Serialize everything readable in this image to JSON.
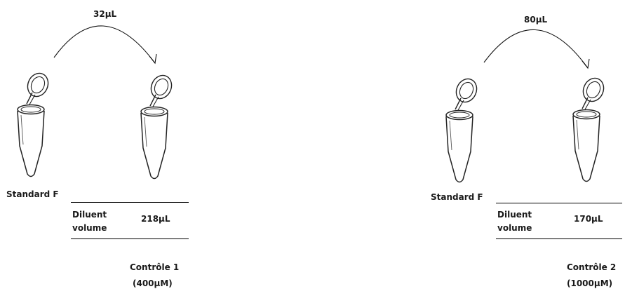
{
  "panels": [
    {
      "transfer_volume": "32µL",
      "source_label": "Standard F",
      "diluent_label": "Diluent volume",
      "diluent_volume": "218µL",
      "result_name": "Contrôle 1",
      "result_concentration": "(400µM)"
    },
    {
      "transfer_volume": "80µL",
      "source_label": "Standard F",
      "diluent_label": "Diluent volume",
      "diluent_volume": "170µL",
      "result_name": "Contrôle 2",
      "result_concentration": "(1000µM)"
    }
  ]
}
